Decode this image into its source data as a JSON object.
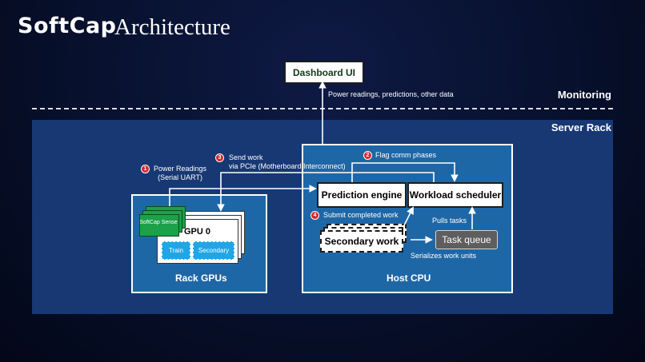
{
  "header": {
    "brand": "SoftCap",
    "subtitle": "Architecture"
  },
  "zones": {
    "monitoring": "Monitoring",
    "server_rack": "Server Rack"
  },
  "nodes": {
    "dashboard": "Dashboard UI",
    "rack_gpus": "Rack GPUs",
    "host_cpu": "Host CPU",
    "prediction_engine": "Prediction engine",
    "workload_scheduler": "Workload scheduler",
    "secondary_work": "Secondary work",
    "task_queue": "Task queue",
    "softcap_sense": "SoftCap Sense",
    "gpu0": "GPU 0",
    "train": "Train",
    "secondary_chip": "Secondary"
  },
  "annotations": {
    "dashboard_feed": "Power readings, predictions, other data",
    "step1_num": "1",
    "step1_line1": "Power Readings",
    "step1_line2": "(Serial UART)",
    "step2_num": "2",
    "step2": "Flag comm phases",
    "step3_num": "3",
    "step3_line1": "Send work",
    "step3_line2": "via PCIe (Motherboard Interconnect)",
    "step4_num": "4",
    "step4": "Submit completed work",
    "pulls_tasks": "Pulls tasks",
    "serializes": "Serializes work units"
  },
  "colors": {
    "rack_bg": "#173873",
    "container_fill": "#1e67a7",
    "softcap_green": "#1aa14a",
    "chip_blue": "#1fa6e6",
    "step_red": "#d8252a",
    "task_queue_gray": "#5e5e5e"
  }
}
